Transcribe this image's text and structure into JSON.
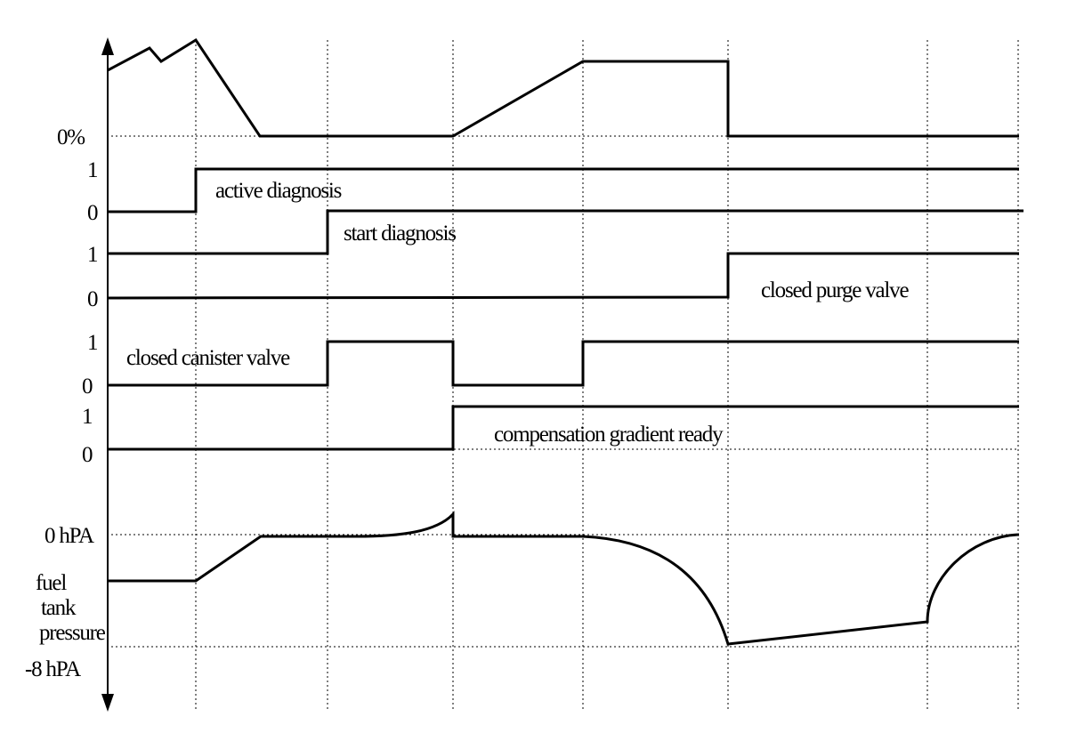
{
  "diagram": {
    "y_axis_labels": {
      "purge_zero": "0%",
      "active_one": "1",
      "active_zero": "0",
      "start_one": "1",
      "start_zero": "0",
      "canister_one": "1",
      "canister_zero": "0",
      "gradient_one": "1",
      "gradient_zero": "0",
      "pressure_zero": "0 hPA",
      "pressure_neg8": "-8 hPA"
    },
    "signal_labels": {
      "active_diagnosis": "active diagnosis",
      "start_diagnosis": "start diagnosis",
      "closed_purge_valve": "closed purge valve",
      "closed_canister_valve": "closed canister valve",
      "compensation_gradient_ready": "compensation gradient ready",
      "fuel_tank_pressure_line1": "fuel",
      "fuel_tank_pressure_line2": "tank",
      "fuel_tank_pressure_line3": "pressure"
    }
  }
}
